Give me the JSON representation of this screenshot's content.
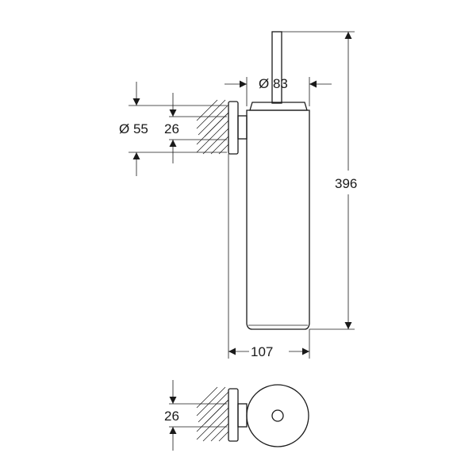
{
  "dimensions": {
    "top_diameter": "Ø 83",
    "mount_diameter": "Ø 55",
    "mount_height_side": "26",
    "overall_height": "396",
    "overall_depth": "107",
    "mount_height_bottom": "26"
  }
}
